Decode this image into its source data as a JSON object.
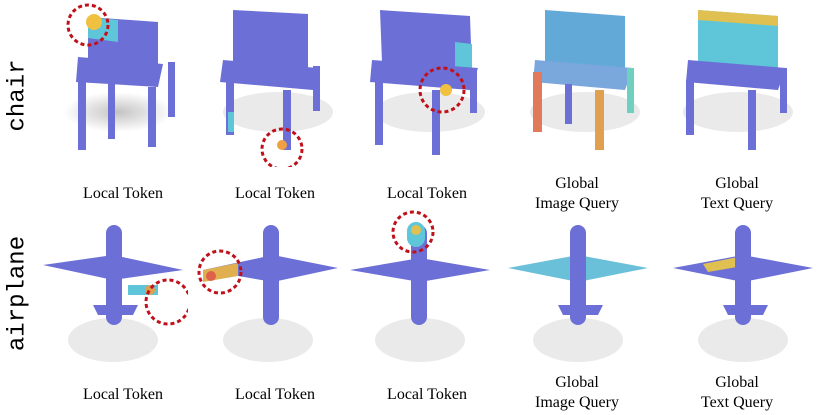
{
  "rows": [
    {
      "label": "chair",
      "captions": [
        {
          "line1": "Local Token",
          "line2": ""
        },
        {
          "line1": "Local Token",
          "line2": ""
        },
        {
          "line1": "Local Token",
          "line2": ""
        },
        {
          "line1": "Global",
          "line2": "Image Query"
        },
        {
          "line1": "Global",
          "line2": "Text Query"
        }
      ]
    },
    {
      "label": "airplane",
      "captions": [
        {
          "line1": "Local Token",
          "line2": ""
        },
        {
          "line1": "Local Token",
          "line2": ""
        },
        {
          "line1": "Local Token",
          "line2": ""
        },
        {
          "line1": "Global",
          "line2": "Image Query"
        },
        {
          "line1": "Global",
          "line2": "Text Query"
        }
      ]
    }
  ],
  "colors": {
    "base": "#6b6fd6",
    "highlight": "#f0c040",
    "circle": "#c0101a"
  }
}
